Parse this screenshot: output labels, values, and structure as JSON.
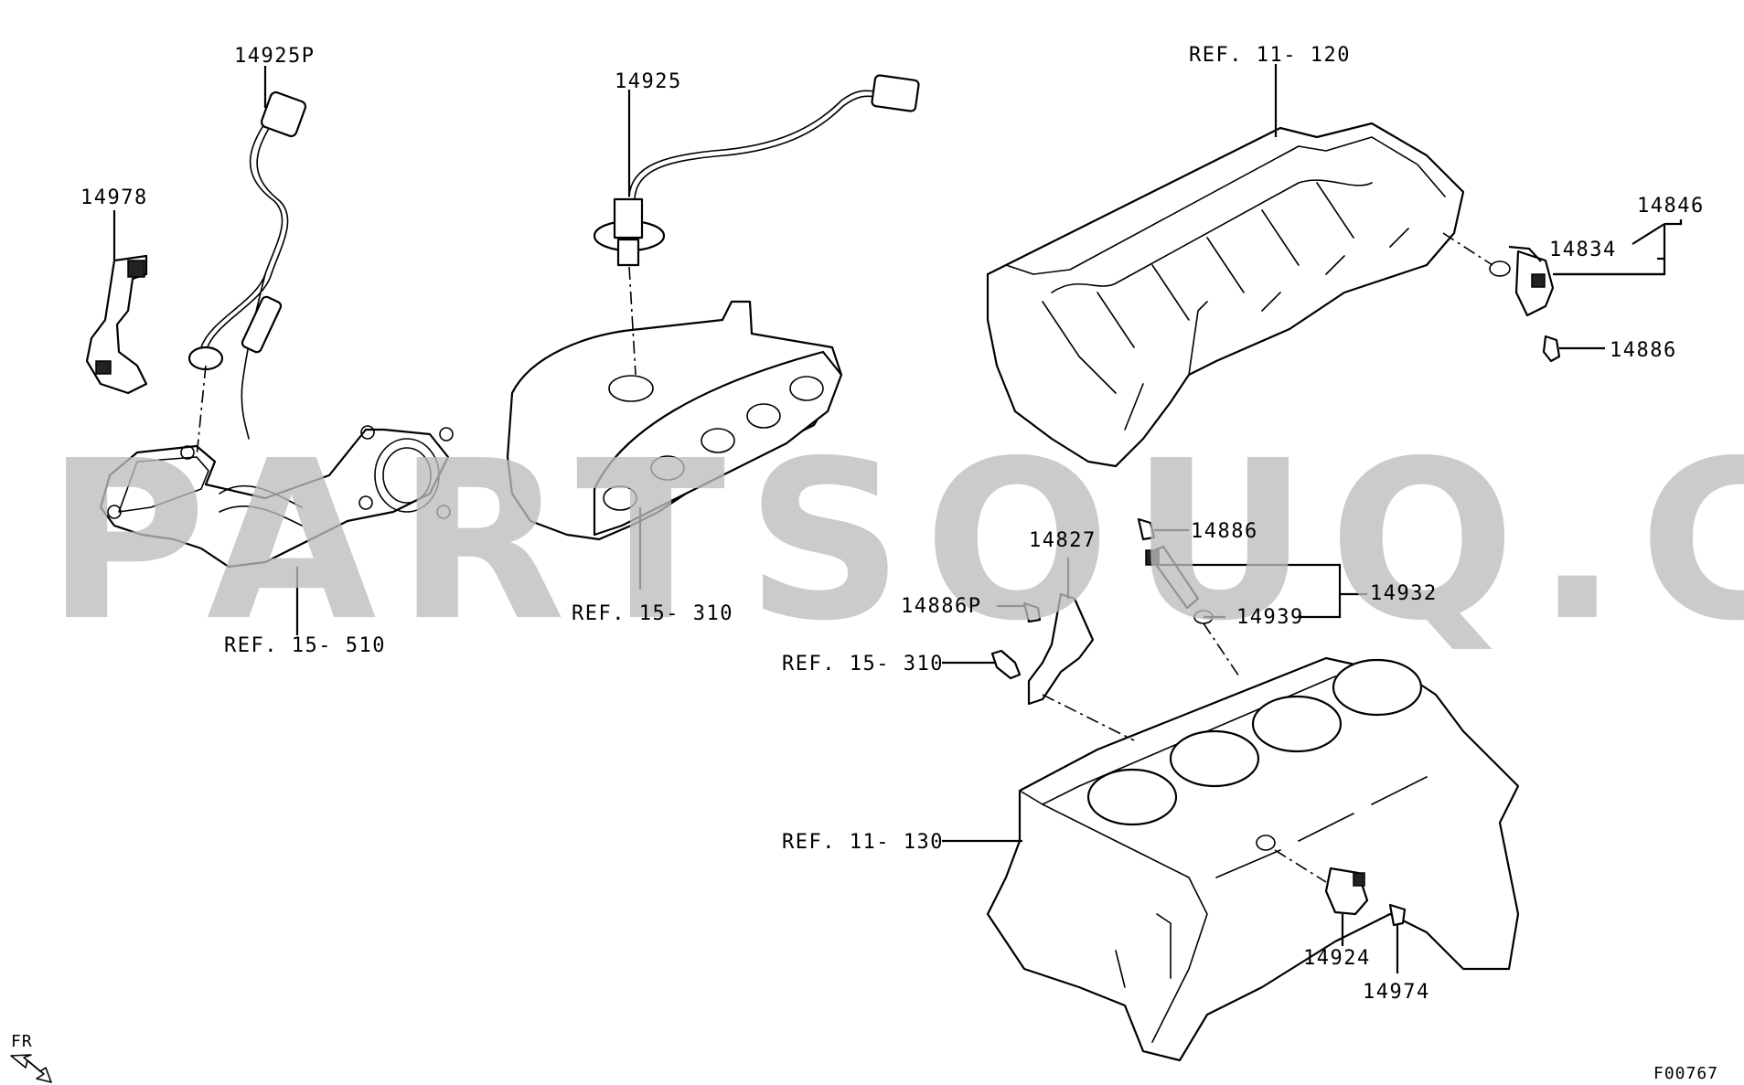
{
  "diagram": {
    "watermark": "PARTSOUQ.COM",
    "figure_code": "F00767",
    "orientation_label": "FR",
    "part_labels": {
      "p14925P": "14925P",
      "p14925": "14925",
      "p14978": "14978",
      "ref11_120": "REF. 11- 120",
      "p14846": "14846",
      "p14834": "14834",
      "p14886_top": "14886",
      "p14886_mid": "14886",
      "p14827": "14827",
      "p14886P": "14886P",
      "p14932": "14932",
      "p14939": "14939",
      "ref15_310_mid": "REF. 15- 310",
      "ref15_310_top": "REF. 15- 310",
      "ref15_510": "REF. 15- 510",
      "ref11_130": "REF. 11- 130",
      "p14924": "14924",
      "p14974": "14974"
    }
  }
}
